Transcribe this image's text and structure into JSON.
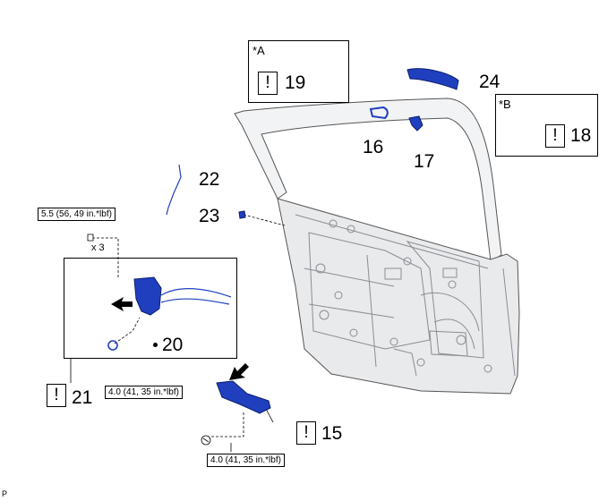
{
  "parts": {
    "p15": "15",
    "p16": "16",
    "p17": "17",
    "p18": "18",
    "p19": "19",
    "p20": "20",
    "p21": "21",
    "p22": "22",
    "p23": "23",
    "p24": "24"
  },
  "variants": {
    "a": "*A",
    "b": "*B"
  },
  "torque": {
    "t1": "5.5 (56, 49 in.*lbf)",
    "t2": "4.0 (41, 35 in.*lbf)",
    "t3": "4.0 (41, 35 in.*lbf)"
  },
  "qty": "x 3",
  "caution_symbol": "!",
  "footer_mark": "P",
  "colors": {
    "part_blue": "#1f3fbf",
    "line": "#000000",
    "door_gray": "#e9eaec"
  }
}
